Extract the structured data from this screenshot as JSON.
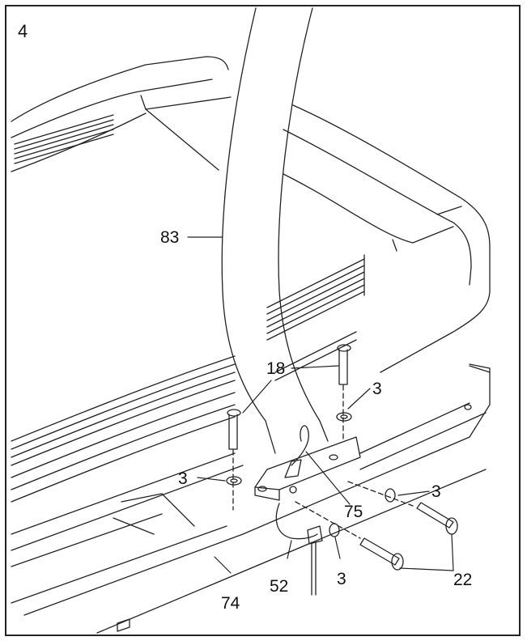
{
  "step_number": "4",
  "callouts": {
    "frame_arm": "83",
    "bolt_long": "18",
    "washer": "3",
    "bracket": "75",
    "wire": "52",
    "base": "74",
    "bolt_side": "22"
  },
  "colors": {
    "line": "#222222",
    "background": "#ffffff"
  }
}
